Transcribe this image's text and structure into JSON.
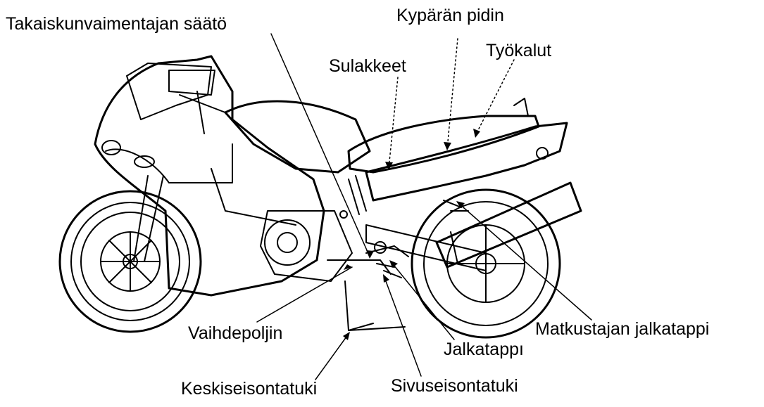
{
  "labels": {
    "rear_shock_adjuster": "Takaiskunvaimentajan säätö",
    "helmet_holder": "Kypärän pidin",
    "fuses": "Sulakkeet",
    "tools": "Työkalut",
    "gearshift_pedal": "Vaihdepoljin",
    "passenger_footpeg": "Matkustajan jalkatappi",
    "footpeg": "Jalkatappı",
    "main_stand": "Keskiseisontatuki",
    "side_stand": "Sivuseisontatuki"
  },
  "colors": {
    "ink": "#000000",
    "paper": "#ffffff"
  }
}
